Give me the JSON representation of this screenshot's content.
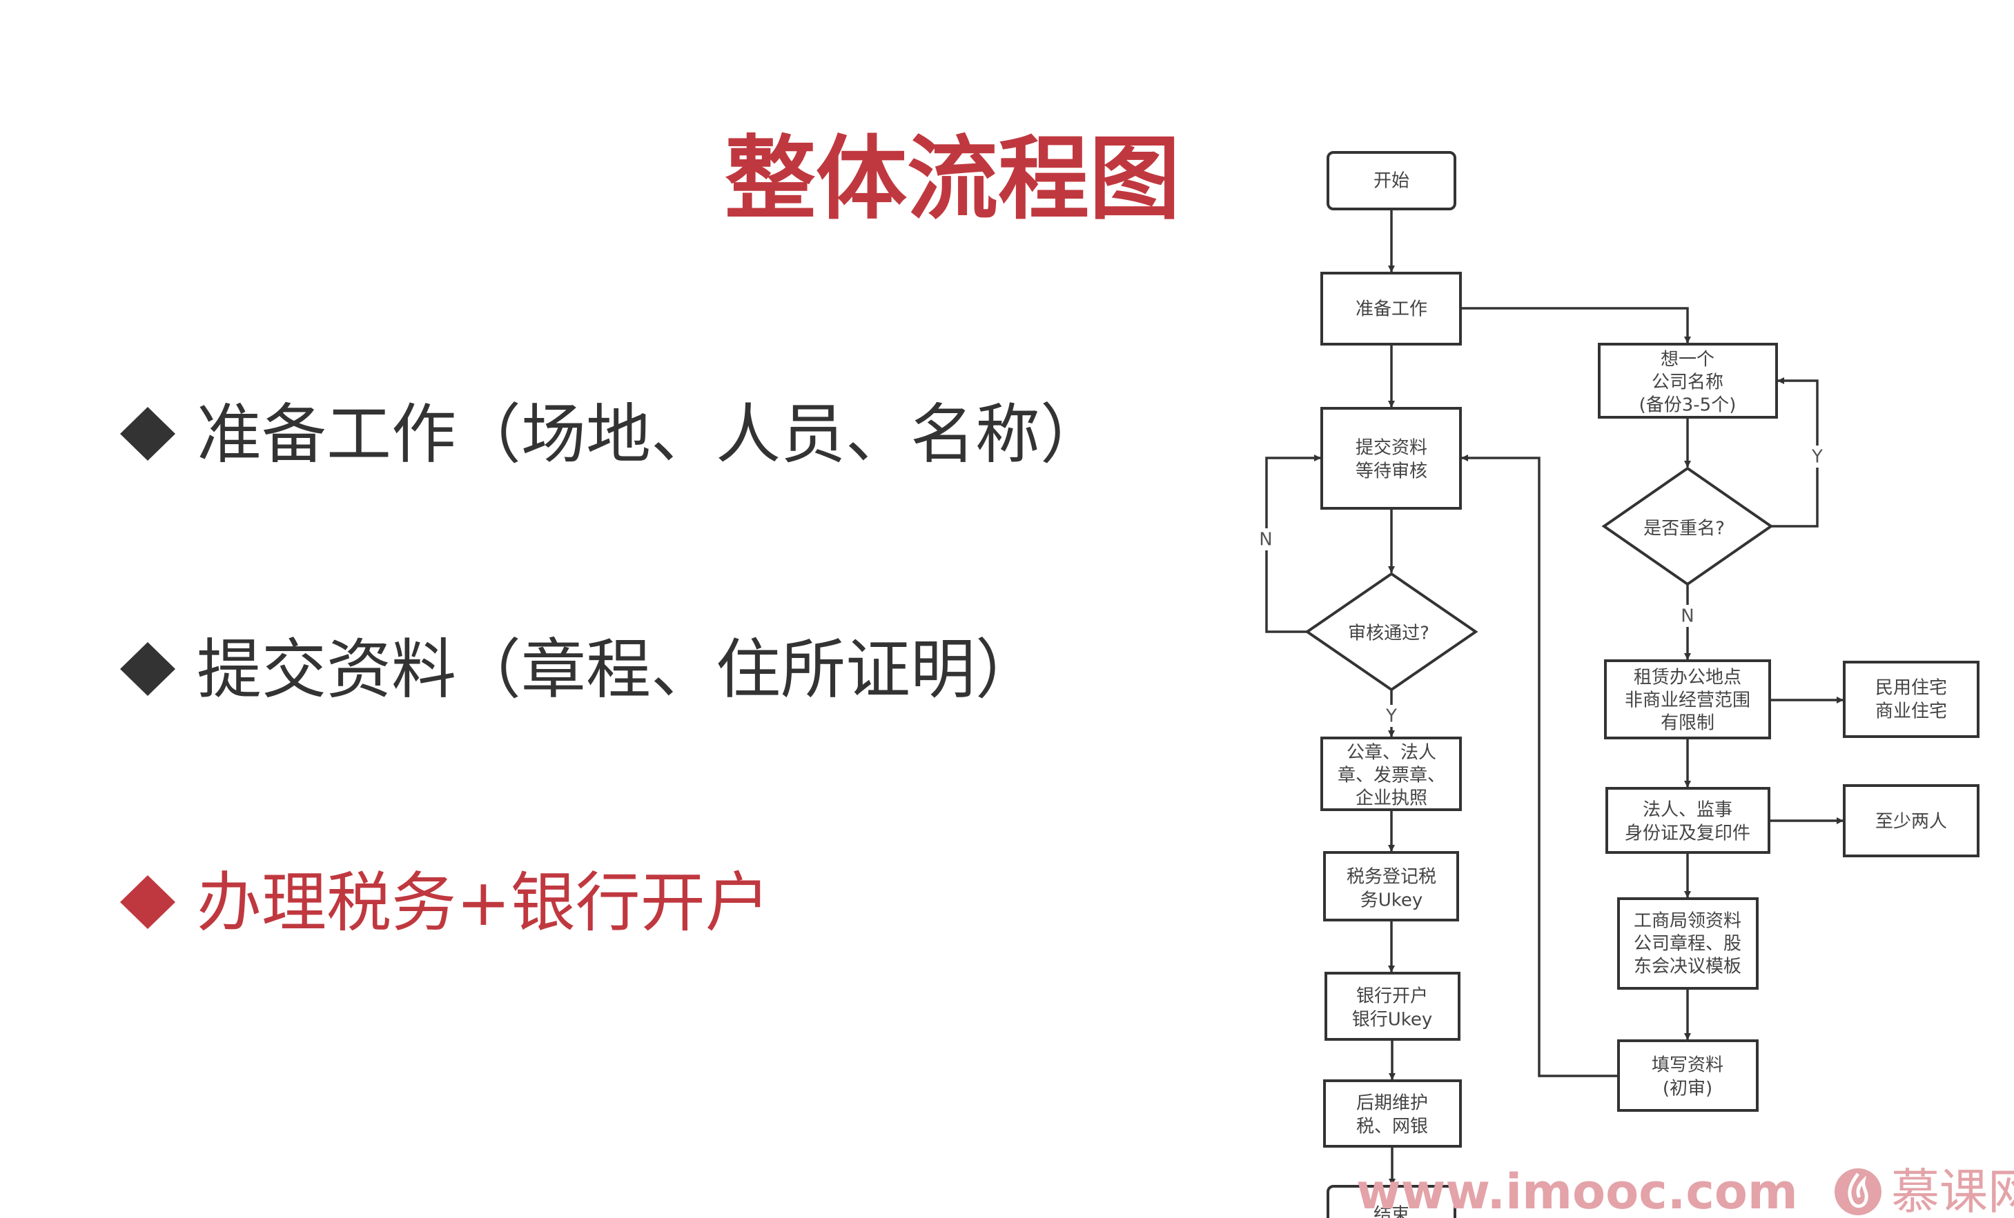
{
  "slide": {
    "title": "整体流程图",
    "bullets": [
      {
        "text": "准备工作（场地、人员、名称）",
        "highlighted": false
      },
      {
        "text": "提交资料（章程、住所证明）",
        "highlighted": false
      },
      {
        "text": "办理税务+银行开户",
        "highlighted": true
      }
    ],
    "colors": {
      "accent": "#c0383f",
      "text": "#333333",
      "watermark": "#e3a3a8"
    }
  },
  "flowchart": {
    "nodes": {
      "start": [
        "开始"
      ],
      "prepare": [
        "准备工作"
      ],
      "submit": [
        "提交资料",
        "等待审核"
      ],
      "review": [
        "审核通过?"
      ],
      "seals": [
        "公章、法人",
        "章、发票章、",
        "企业执照"
      ],
      "tax": [
        "税务登记税",
        "务Ukey"
      ],
      "bank": [
        "银行开户",
        "银行Ukey"
      ],
      "maintain": [
        "后期维护",
        "税、网银"
      ],
      "end": [
        "结束"
      ],
      "name": [
        "想一个",
        "公司名称",
        "(备份3-5个)"
      ],
      "duplicate": [
        "是否重名?"
      ],
      "office": [
        "租赁办公地点",
        "非商业经营范围",
        "有限制"
      ],
      "housing": [
        "民用住宅",
        "商业住宅"
      ],
      "people": [
        "法人、监事",
        "身份证及复印件"
      ],
      "atleast": [
        "至少两人"
      ],
      "bureau": [
        "工商局领资料",
        "公司章程、股",
        "东会决议模板"
      ],
      "fill": [
        "填写资料",
        "(初审)"
      ]
    },
    "edge_labels": {
      "review_no": "N",
      "review_yes": "Y",
      "dup_yes": "Y",
      "dup_no": "N"
    }
  },
  "watermark": {
    "url": "www.imooc.com",
    "brand": "慕课网"
  }
}
